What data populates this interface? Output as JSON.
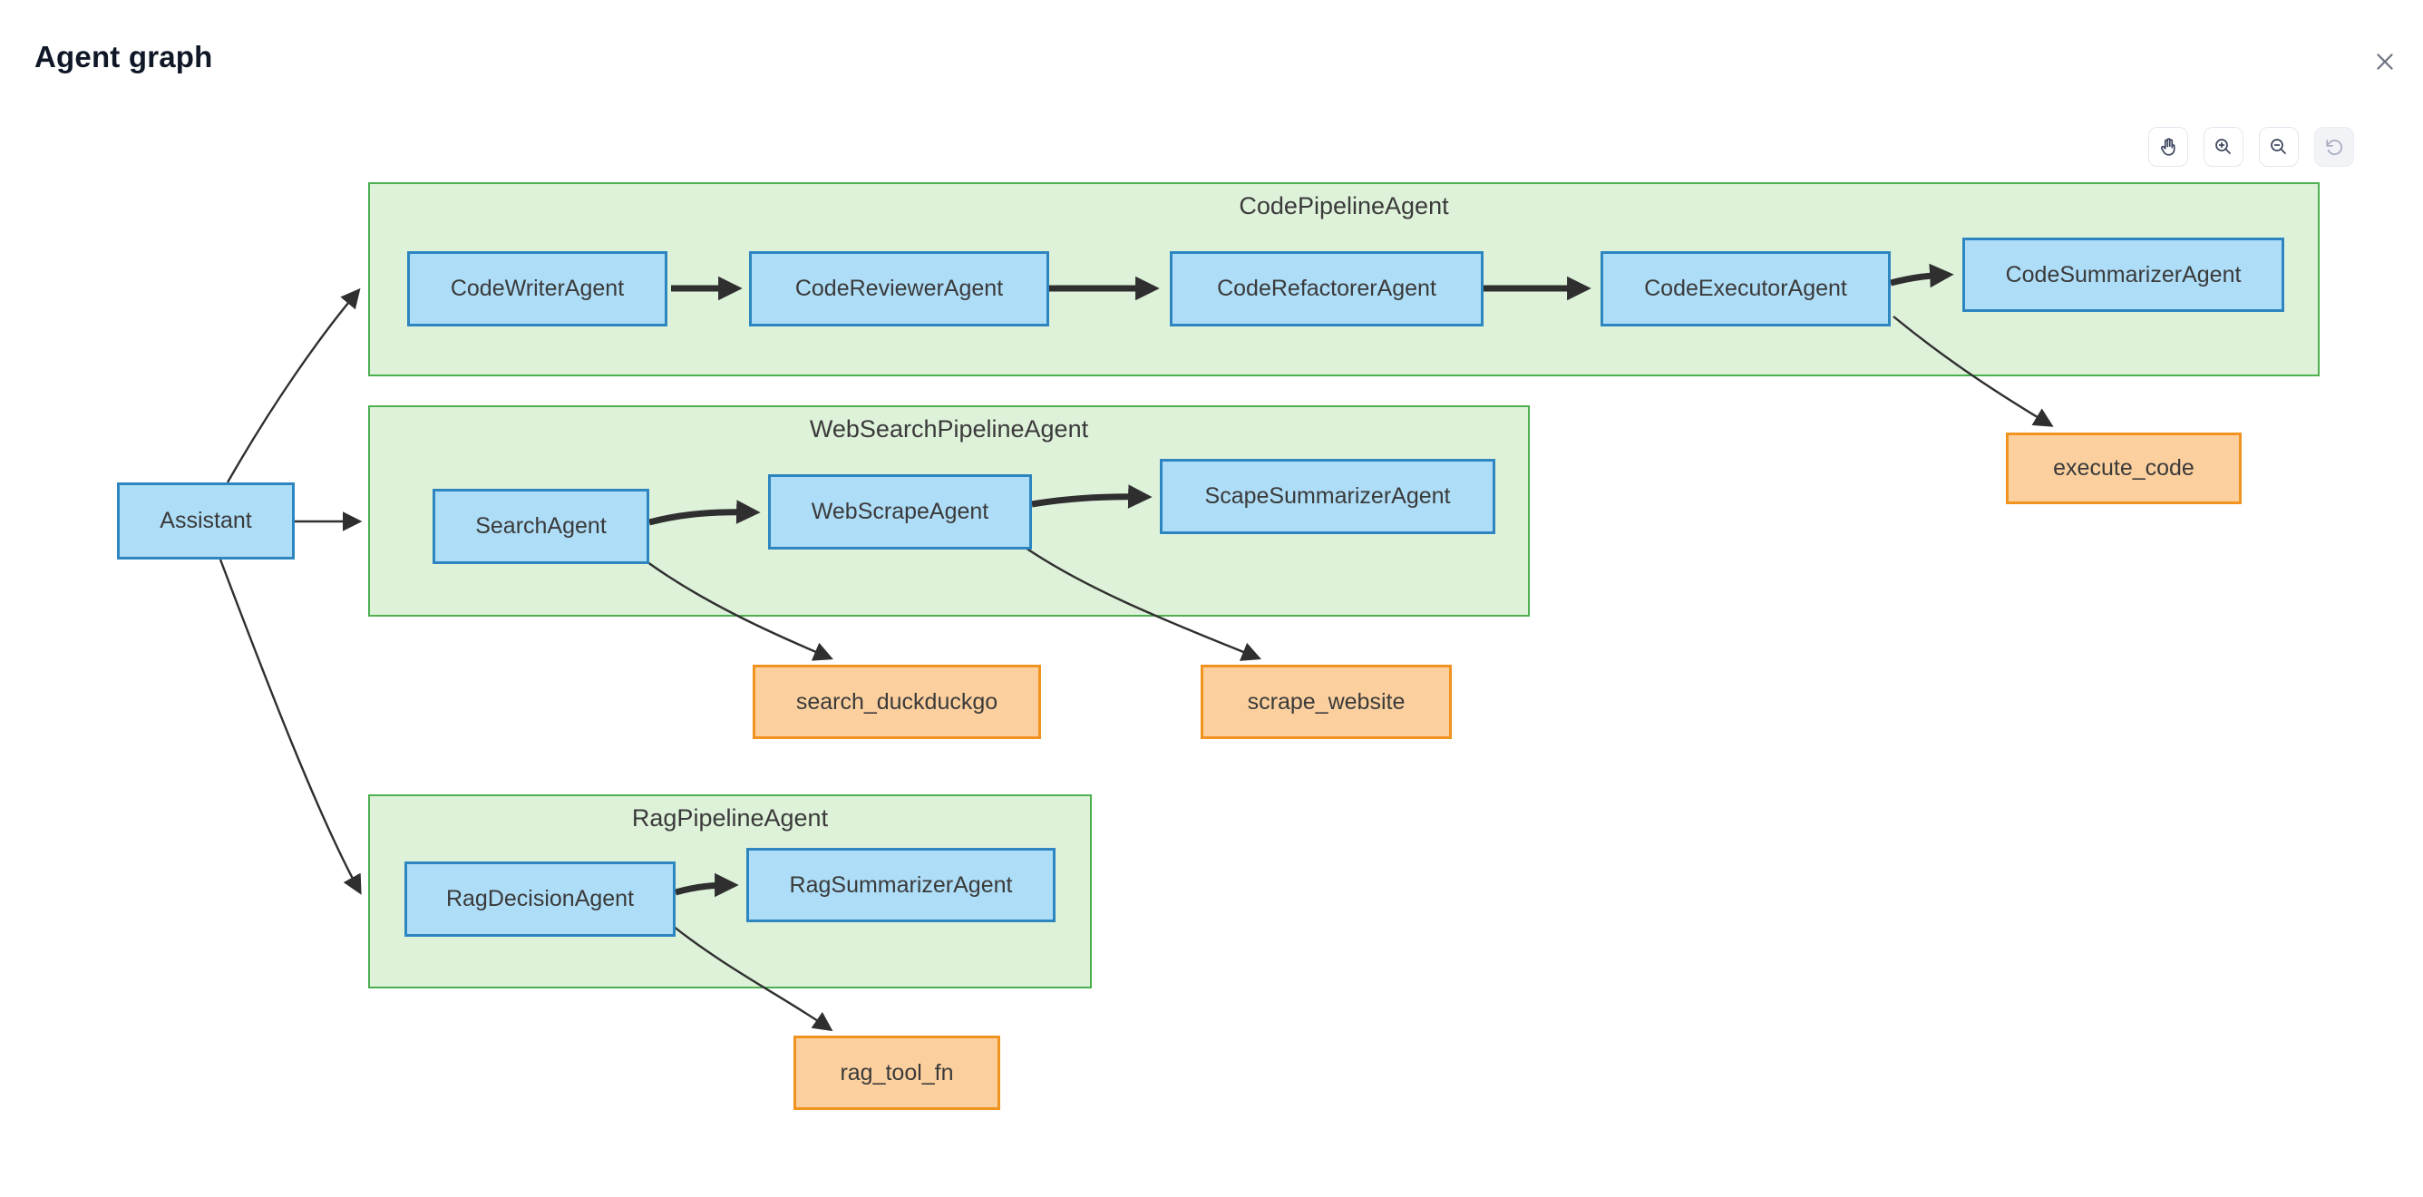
{
  "header": {
    "title": "Agent graph",
    "close_label": "Close"
  },
  "toolbar": {
    "buttons": [
      {
        "id": "pan",
        "icon": "hand-icon",
        "label": "Pan",
        "enabled": true
      },
      {
        "id": "zoom-in",
        "icon": "zoom-in-icon",
        "label": "Zoom in",
        "enabled": true
      },
      {
        "id": "zoom-out",
        "icon": "zoom-out-icon",
        "label": "Zoom out",
        "enabled": true
      },
      {
        "id": "reset",
        "icon": "reset-view-icon",
        "label": "Reset view",
        "enabled": false
      }
    ]
  },
  "colors": {
    "group_fill": "#def2da",
    "group_border": "#4caf50",
    "agent_fill": "#aeddf7",
    "agent_border": "#2e86c1",
    "tool_fill": "#fcd09e",
    "tool_border": "#f0931f",
    "edge": "#2f2f2f",
    "text": "#3a3a3a",
    "title": "#101828",
    "icon": "#3c455c",
    "icon_disabled": "#a3abbd",
    "button_border": "#e4e7f0",
    "button_bg": "#ffffff",
    "button_bg_disabled": "#f2f3f7",
    "close": "#6b7280"
  },
  "graph": {
    "groups": [
      {
        "label": "CodePipelineAgent"
      },
      {
        "label": "WebSearchPipelineAgent"
      },
      {
        "label": "RagPipelineAgent"
      }
    ],
    "nodes": [
      {
        "label": "Assistant",
        "type": "agent"
      },
      {
        "label": "CodeWriterAgent",
        "type": "agent"
      },
      {
        "label": "CodeReviewerAgent",
        "type": "agent"
      },
      {
        "label": "CodeRefactorerAgent",
        "type": "agent"
      },
      {
        "label": "CodeExecutorAgent",
        "type": "agent"
      },
      {
        "label": "CodeSummarizerAgent",
        "type": "agent"
      },
      {
        "label": "SearchAgent",
        "type": "agent"
      },
      {
        "label": "WebScrapeAgent",
        "type": "agent"
      },
      {
        "label": "ScapeSummarizerAgent",
        "type": "agent"
      },
      {
        "label": "RagDecisionAgent",
        "type": "agent"
      },
      {
        "label": "RagSummarizerAgent",
        "type": "agent"
      },
      {
        "label": "execute_code",
        "type": "tool"
      },
      {
        "label": "search_duckduckgo",
        "type": "tool"
      },
      {
        "label": "scrape_website",
        "type": "tool"
      },
      {
        "label": "rag_tool_fn",
        "type": "tool"
      }
    ],
    "edges": [
      {
        "from": "Assistant",
        "to": "CodePipelineAgent",
        "kind": "thin"
      },
      {
        "from": "Assistant",
        "to": "WebSearchPipelineAgent",
        "kind": "thin"
      },
      {
        "from": "Assistant",
        "to": "RagPipelineAgent",
        "kind": "thin"
      },
      {
        "from": "CodeWriterAgent",
        "to": "CodeReviewerAgent",
        "kind": "thick"
      },
      {
        "from": "CodeReviewerAgent",
        "to": "CodeRefactorerAgent",
        "kind": "thick"
      },
      {
        "from": "CodeRefactorerAgent",
        "to": "CodeExecutorAgent",
        "kind": "thick"
      },
      {
        "from": "CodeExecutorAgent",
        "to": "CodeSummarizerAgent",
        "kind": "thick"
      },
      {
        "from": "CodeExecutorAgent",
        "to": "execute_code",
        "kind": "thin"
      },
      {
        "from": "SearchAgent",
        "to": "WebScrapeAgent",
        "kind": "thick"
      },
      {
        "from": "WebScrapeAgent",
        "to": "ScapeSummarizerAgent",
        "kind": "thick"
      },
      {
        "from": "SearchAgent",
        "to": "search_duckduckgo",
        "kind": "thin"
      },
      {
        "from": "WebScrapeAgent",
        "to": "scrape_website",
        "kind": "thin"
      },
      {
        "from": "RagDecisionAgent",
        "to": "RagSummarizerAgent",
        "kind": "thick"
      },
      {
        "from": "RagDecisionAgent",
        "to": "rag_tool_fn",
        "kind": "thin"
      }
    ]
  }
}
